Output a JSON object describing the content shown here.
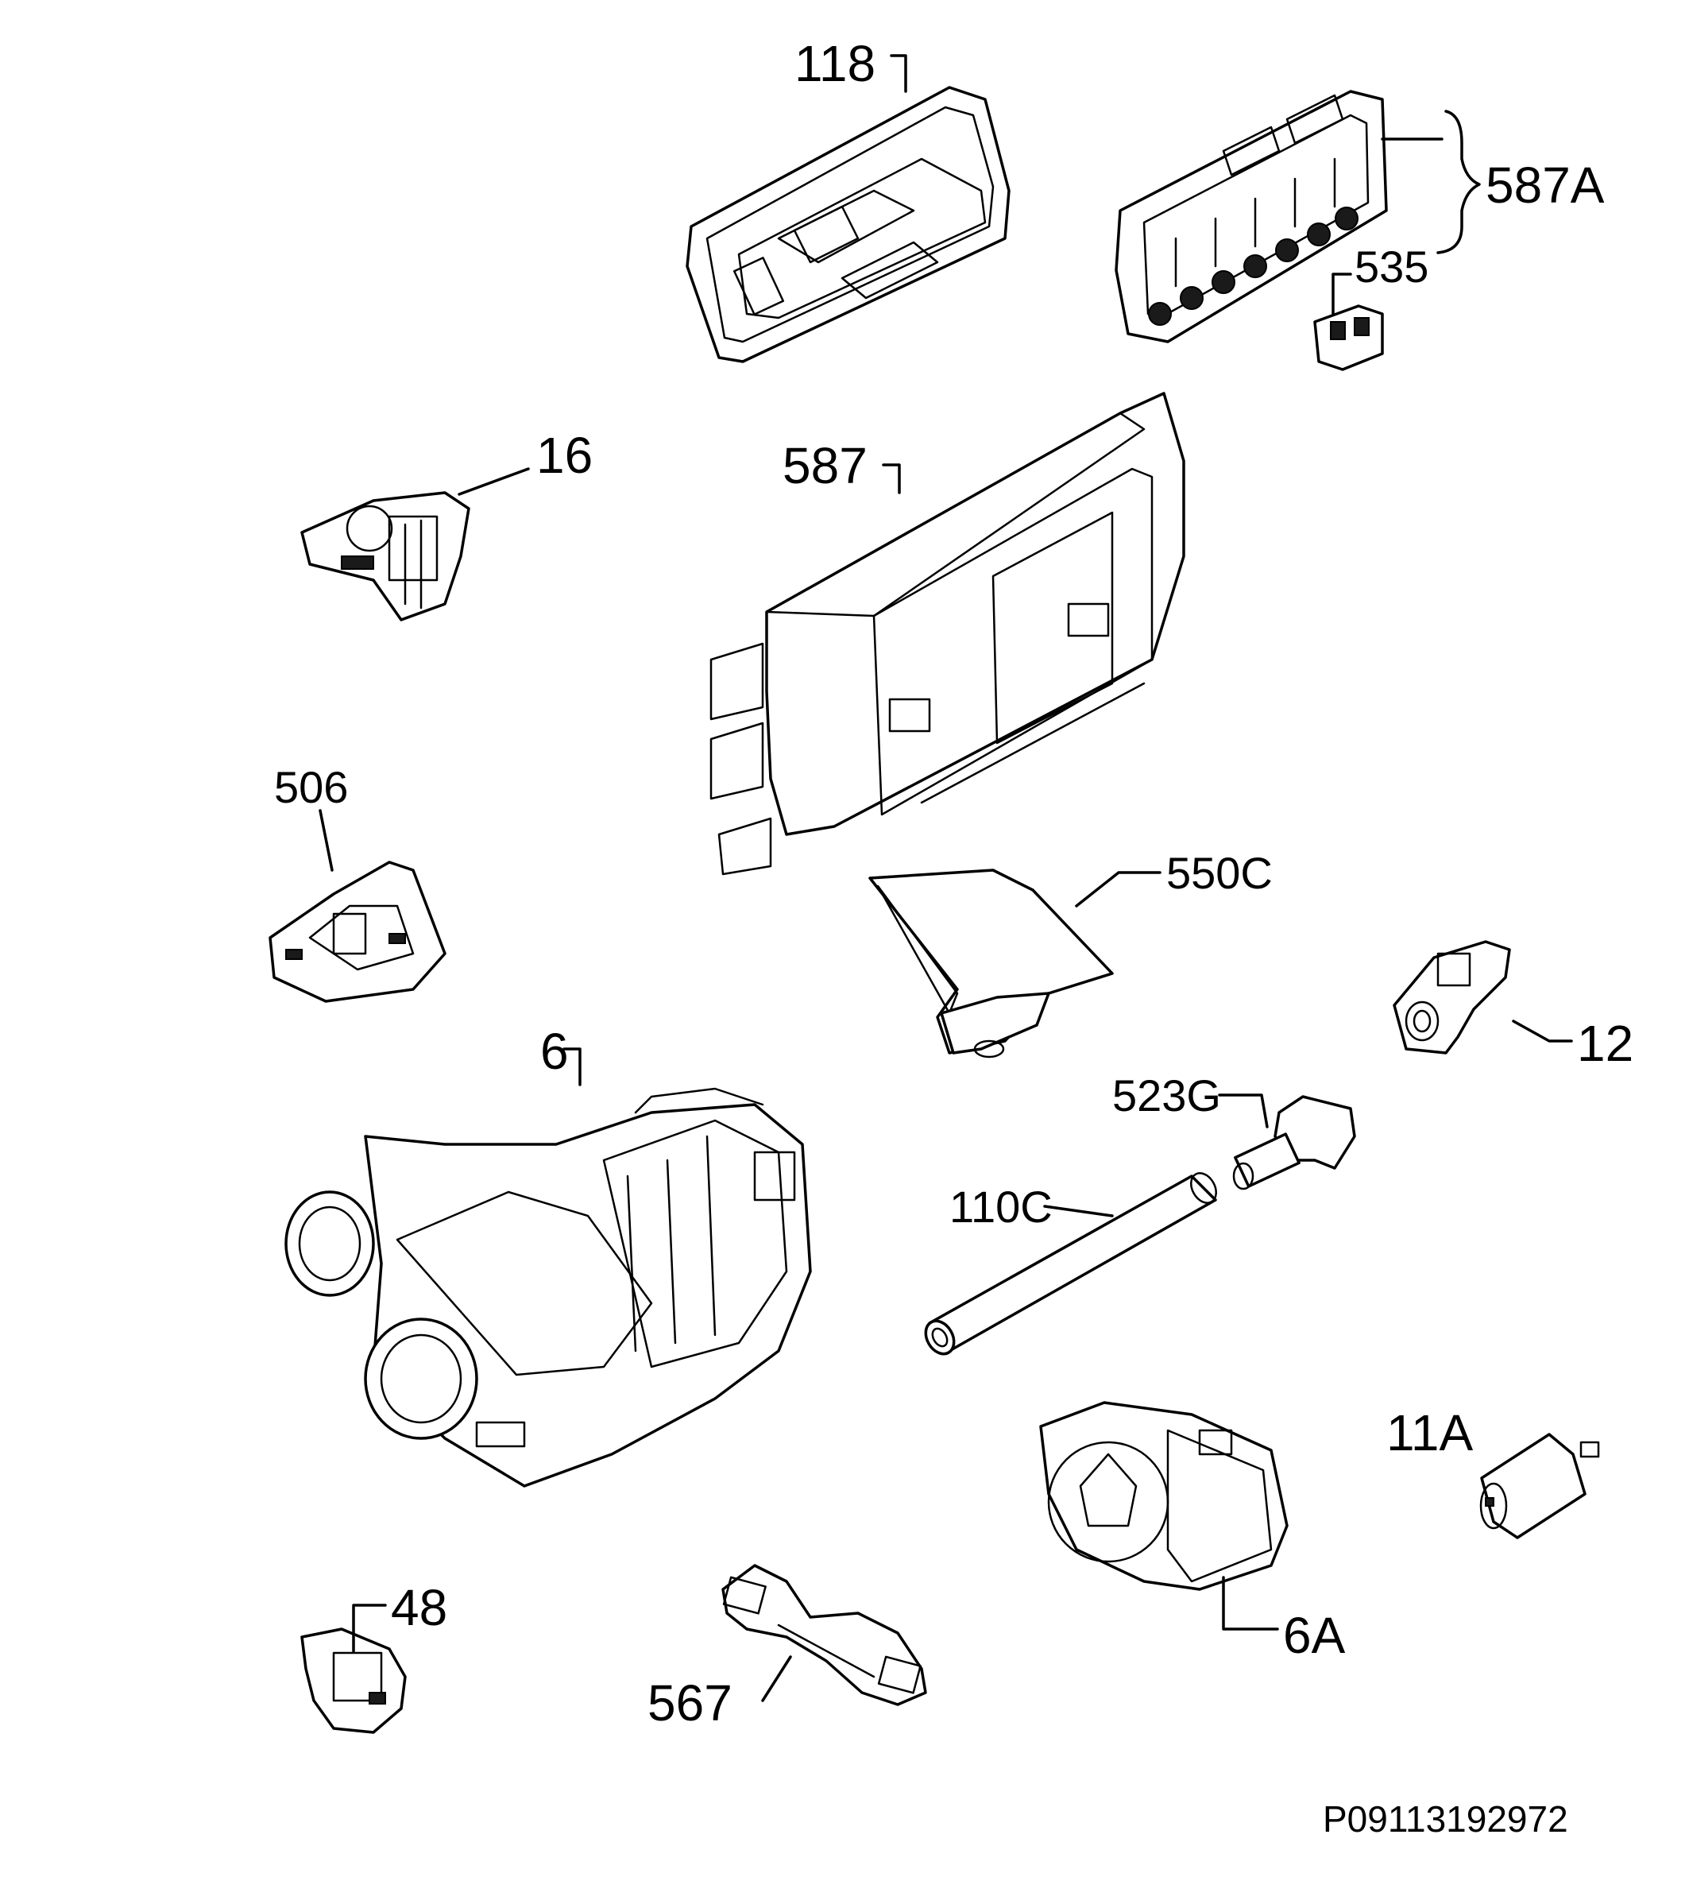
{
  "labels": {
    "p118": "118",
    "p587A": "587A",
    "p535": "535",
    "p16": "16",
    "p587": "587",
    "p506": "506",
    "p550C": "550C",
    "p12": "12",
    "p6": "6",
    "p523G": "523G",
    "p110C": "110C",
    "p11A": "11A",
    "p48": "48",
    "p567": "567",
    "p6A": "6A"
  },
  "reference": "P09113192972"
}
